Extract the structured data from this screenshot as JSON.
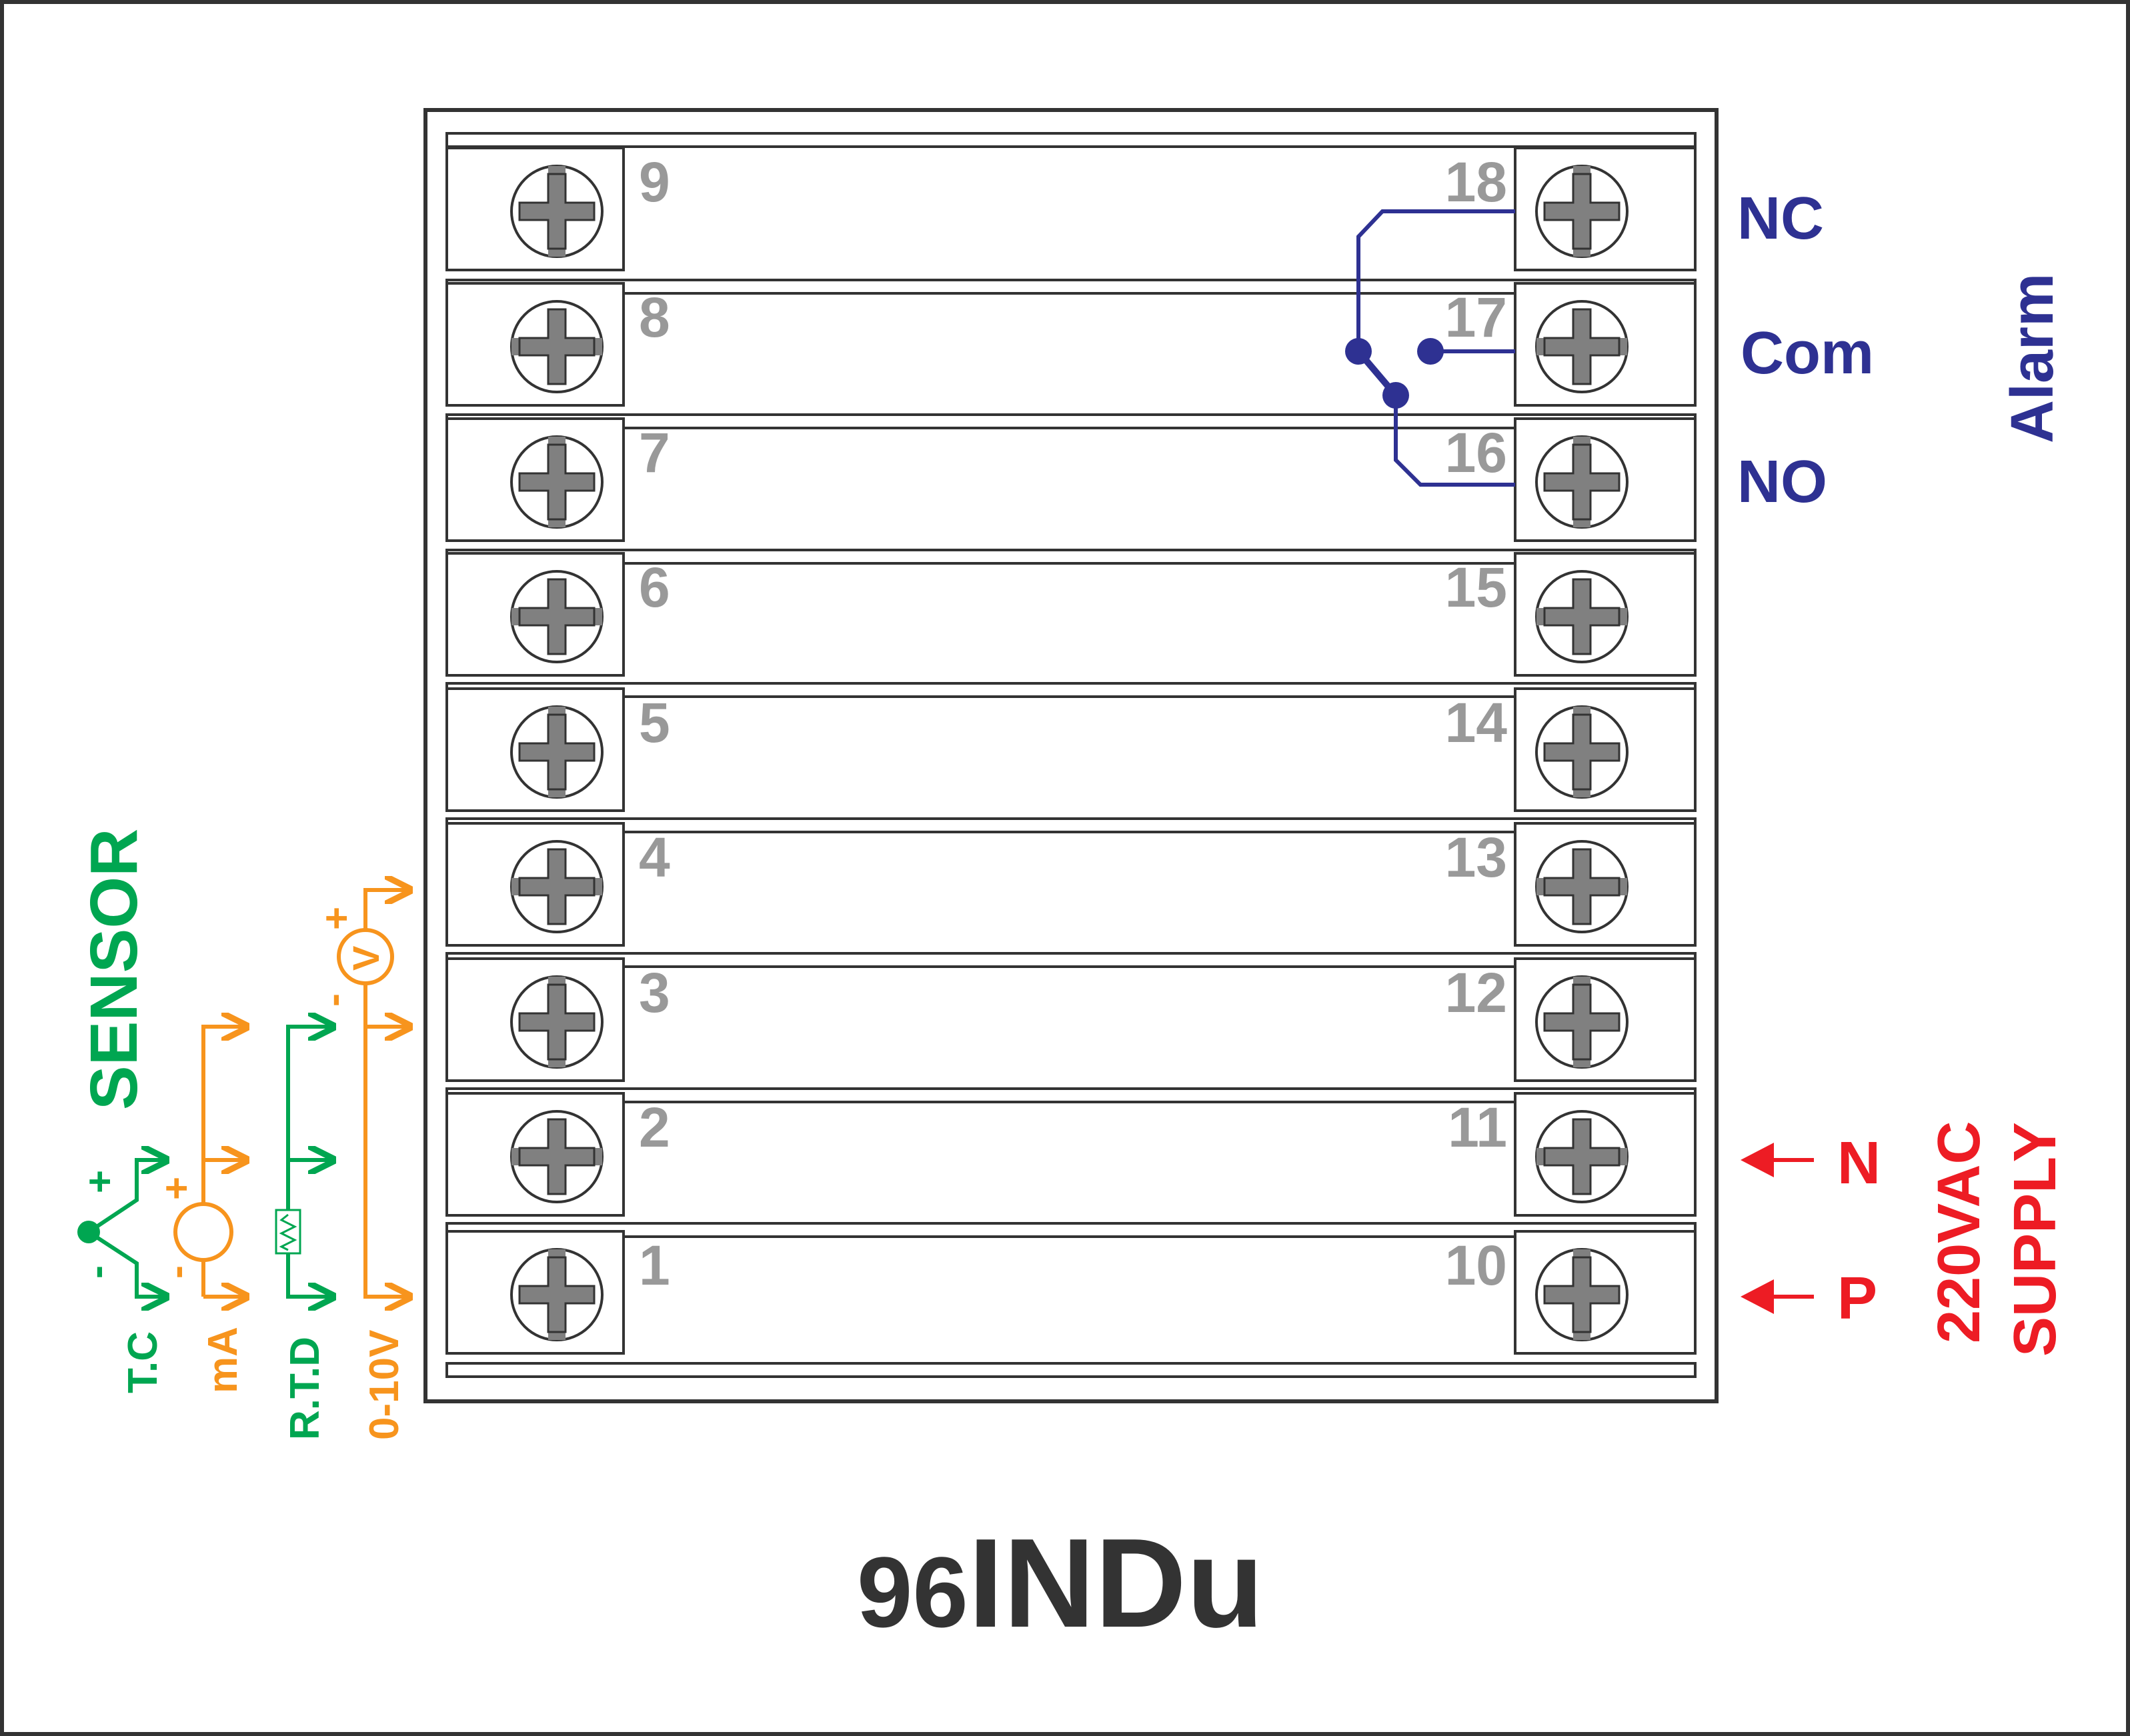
{
  "model": {
    "prefix": "96",
    "suffix": "INDu"
  },
  "terminals_left": [
    "1",
    "2",
    "3",
    "4",
    "5",
    "6",
    "7",
    "8",
    "9"
  ],
  "terminals_right": [
    "10",
    "11",
    "12",
    "13",
    "14",
    "15",
    "16",
    "17",
    "18"
  ],
  "alarm": {
    "group_label": "Alarm",
    "nc": "NC",
    "com": "Com",
    "no": "NO"
  },
  "supply": {
    "title": "SUPPLY",
    "voltage": "220VAC",
    "n": "N",
    "p": "P"
  },
  "sensor": {
    "title": "SENSOR",
    "tc": "T.C",
    "ma": "mA",
    "rtd": "R.T.D",
    "volt": "0-10V",
    "plus": "+",
    "minus": "-",
    "meter_v": "V"
  },
  "colors": {
    "green": "#00a651",
    "orange": "#f7941d",
    "blue": "#2e3192",
    "red": "#ed1c24",
    "gray": "#999999"
  }
}
